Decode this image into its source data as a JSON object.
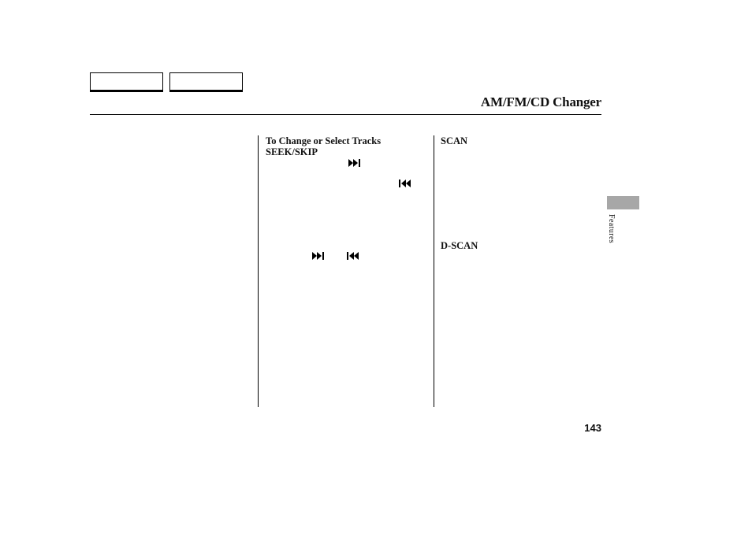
{
  "nav": {
    "buttons": [
      {
        "label": ""
      },
      {
        "label": ""
      }
    ]
  },
  "header": {
    "title": "AM/FM/CD Changer"
  },
  "column_middle": {
    "heading": "To Change or Select Tracks",
    "subheading": "SEEK/SKIP",
    "icons": [
      "skip-forward-icon",
      "skip-back-icon",
      "skip-forward-icon",
      "skip-back-icon"
    ]
  },
  "column_right": {
    "scan_heading": "SCAN",
    "dscan_heading": "D-SCAN"
  },
  "side_tab": {
    "label": "Features"
  },
  "footer": {
    "page_number": "143"
  }
}
